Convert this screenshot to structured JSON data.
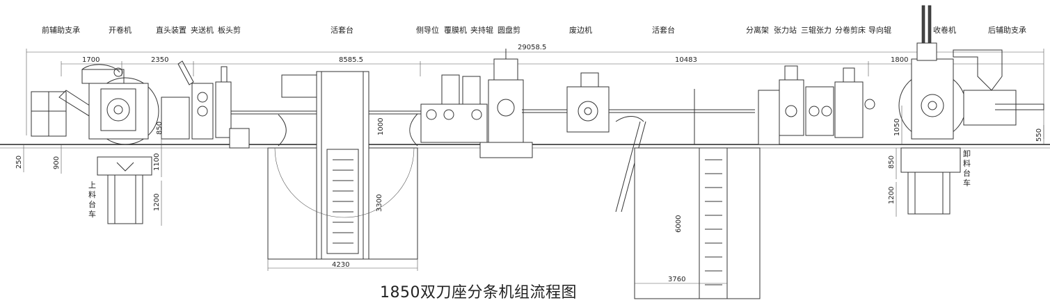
{
  "title": "1850双刀座分条机组流程图",
  "stations": [
    {
      "id": "front-aux-support",
      "label": "前辅助支承"
    },
    {
      "id": "uncoiler",
      "label": "开卷机"
    },
    {
      "id": "straightener",
      "label": "直头装置"
    },
    {
      "id": "pinch-feeder",
      "label": "夹送机"
    },
    {
      "id": "head-shear",
      "label": "板头剪"
    },
    {
      "id": "looping-pit-1",
      "label": "活套台"
    },
    {
      "id": "side-guide",
      "label": "侧导位"
    },
    {
      "id": "film-laminator",
      "label": "覆膜机"
    },
    {
      "id": "pinch-roll",
      "label": "夹持辊"
    },
    {
      "id": "circular-shear",
      "label": "圆盘剪"
    },
    {
      "id": "scrap-winder",
      "label": "废边机"
    },
    {
      "id": "looping-pit-2",
      "label": "活套台"
    },
    {
      "id": "separator",
      "label": "分离架"
    },
    {
      "id": "tension-station",
      "label": "张力站"
    },
    {
      "id": "three-roll-tension",
      "label": "三辊张力"
    },
    {
      "id": "split-shear",
      "label": "分卷剪床"
    },
    {
      "id": "guide-roll",
      "label": "导向辊"
    },
    {
      "id": "recoiler",
      "label": "收卷机"
    },
    {
      "id": "rear-aux-support",
      "label": "后辅助支承"
    }
  ],
  "cars": {
    "loading": "上料台车",
    "unloading": "卸料台车"
  },
  "dimensions": {
    "overall": "29058.5",
    "seg_1700": "1700",
    "seg_2350": "2350",
    "seg_8585": "8585.5",
    "seg_10483": "10483",
    "seg_1800": "1800",
    "pit1_width": "4230",
    "pit2_width": "3760",
    "v_250": "250",
    "v_900": "900",
    "v_1100": "1100",
    "v_1200_left": "1200",
    "v_850_left": "850",
    "v_1000": "1000",
    "v_3300": "3300",
    "v_6000": "6000",
    "v_1050": "1050",
    "v_550": "550",
    "v_850_right": "850",
    "v_1200_right": "1200"
  }
}
